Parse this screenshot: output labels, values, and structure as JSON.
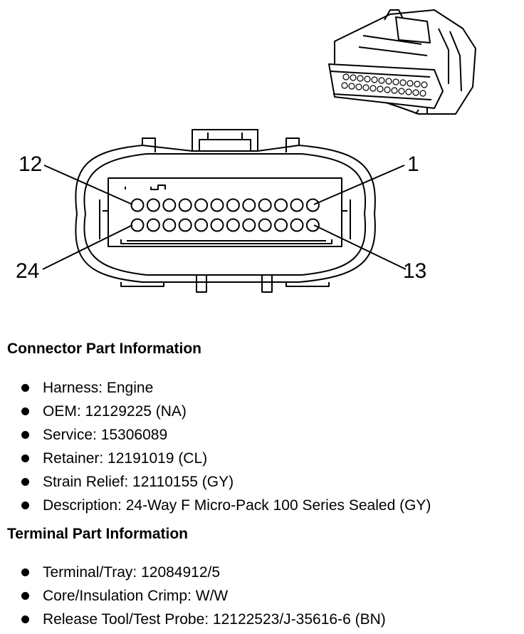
{
  "diagram": {
    "pin_labels": {
      "top_left": "12",
      "top_right": "1",
      "bottom_left": "24",
      "bottom_right": "13"
    },
    "pins_per_row": 12
  },
  "connector_info": {
    "heading": "Connector Part Information",
    "items": [
      "Harness: Engine",
      "OEM: 12129225 (NA)",
      "Service: 15306089",
      "Retainer: 12191019 (CL)",
      "Strain Relief: 12110155 (GY)",
      "Description: 24-Way F Micro-Pack 100 Series Sealed (GY)"
    ]
  },
  "terminal_info": {
    "heading": "Terminal Part Information",
    "items": [
      "Terminal/Tray: 12084912/5",
      "Core/Insulation Crimp: W/W",
      "Release Tool/Test Probe: 12122523/J-35616-6 (BN)"
    ]
  }
}
